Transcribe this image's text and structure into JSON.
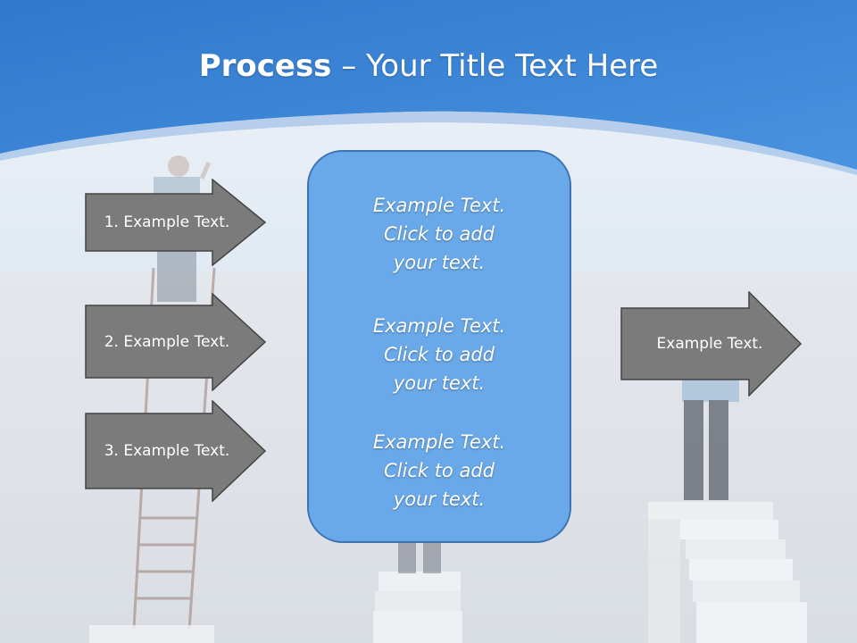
{
  "slide": {
    "title_bold": "Process",
    "title_rest": " – Your Title Text Here"
  },
  "left_arrows": [
    {
      "label": "1. Example Text."
    },
    {
      "label": "2. Example Text."
    },
    {
      "label": "3. Example Text."
    }
  ],
  "center_box": {
    "paragraphs": [
      {
        "line1": "Example Text.",
        "line2": "Click  to add",
        "line3": "your text."
      },
      {
        "line1": "Example Text.",
        "line2": "Click  to add",
        "line3": "your text."
      },
      {
        "line1": "Example Text.",
        "line2": "Click  to add",
        "line3": "your text."
      }
    ]
  },
  "right_arrow": {
    "label": "Example Text."
  },
  "colors": {
    "header_blue": "#3b86d6",
    "arrow_fill": "#7b7b7b",
    "box_fill": "#6aa9e9",
    "box_border": "#3f74b0"
  }
}
